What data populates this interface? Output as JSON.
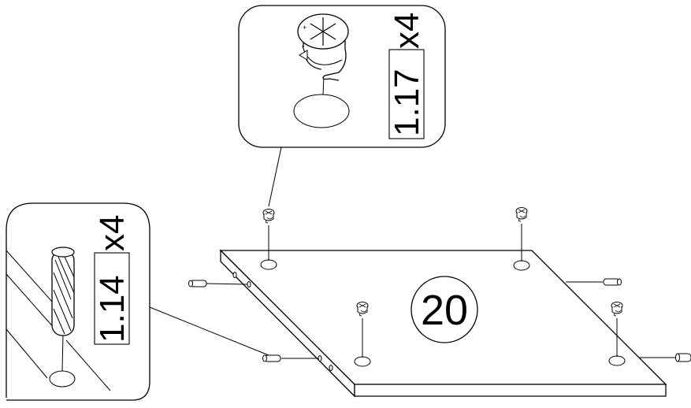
{
  "step_number": "20",
  "callouts": [
    {
      "part_number": "1.17",
      "quantity": "x4",
      "part": "cam-lock-fitting"
    },
    {
      "part_number": "1.14",
      "quantity": "x4",
      "part": "wooden-dowel"
    }
  ]
}
